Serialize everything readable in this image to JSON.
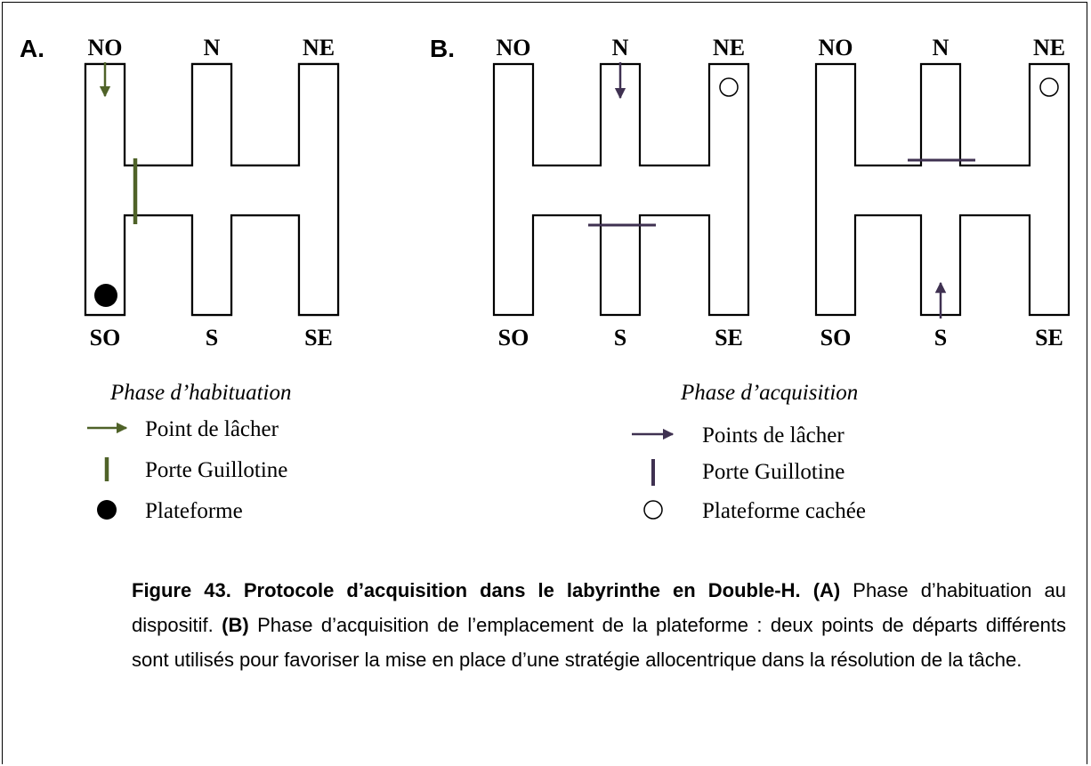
{
  "panels": {
    "a_label": "A.",
    "b_label": "B.",
    "compass": {
      "nw": "NO",
      "n": "N",
      "ne": "NE",
      "sw": "SO",
      "s": "S",
      "se": "SE"
    }
  },
  "legend_a": {
    "title": "Phase d’habituation",
    "items": [
      "Point de lâcher",
      "Porte Guillotine",
      "Plateforme"
    ]
  },
  "legend_b": {
    "title": "Phase d’acquisition",
    "items": [
      "Points de lâcher",
      "Porte Guillotine",
      "Plateforme cachée"
    ]
  },
  "caption": {
    "title": "Figure 43. Protocole d’acquisition dans le labyrinthe en Double-H.",
    "a_tag": "(A)",
    "a_text": " Phase d’habituation au dispositif. ",
    "b_tag": "(B)",
    "b_text": " Phase d’acquisition de l’emplacement de la plateforme : deux points de départs différents sont utilisés pour favoriser la mise en place d’une stratégie allocentrique dans la résolution de la tâche."
  },
  "colors": {
    "habituation": "#4f6228",
    "acquisition": "#3f3151"
  }
}
